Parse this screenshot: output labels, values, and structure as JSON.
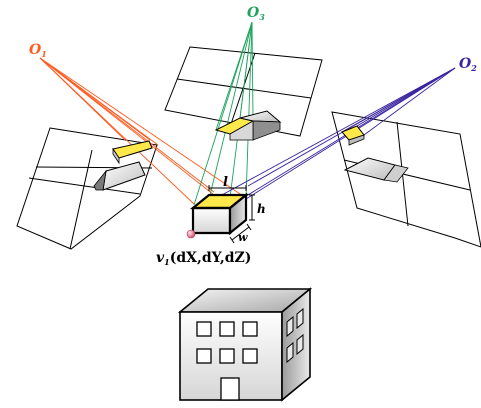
{
  "diagram": {
    "cameras": [
      {
        "id": "O1",
        "base": "O",
        "sub": "1",
        "color": "#ff5a1f"
      },
      {
        "id": "O3",
        "base": "O",
        "sub": "3",
        "color": "#1aa35a"
      },
      {
        "id": "O2",
        "base": "O",
        "sub": "2",
        "color": "#3a22a0"
      }
    ],
    "dimension_labels": {
      "length": "l",
      "width": "w",
      "height": "h"
    },
    "vertex_label": {
      "base": "v",
      "sub": "1",
      "args": "(dX,dY,dZ)"
    },
    "colors": {
      "roof_highlight": "#ffe94a",
      "vertex_marker": "#f08aa0",
      "building_window": "#ffffff",
      "outline": "#000000"
    },
    "icon": "building-icon"
  }
}
